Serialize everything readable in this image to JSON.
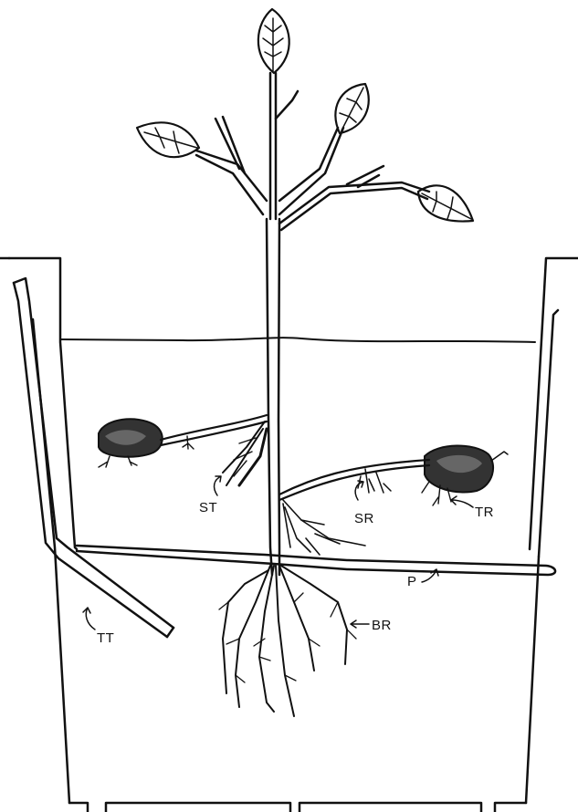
{
  "labels": {
    "st": "ST",
    "sr": "SR",
    "tr": "TR",
    "p": "P",
    "br": "BR",
    "tt": "TT"
  },
  "colors": {
    "ink": "#111111",
    "paper": "#ffffff"
  }
}
